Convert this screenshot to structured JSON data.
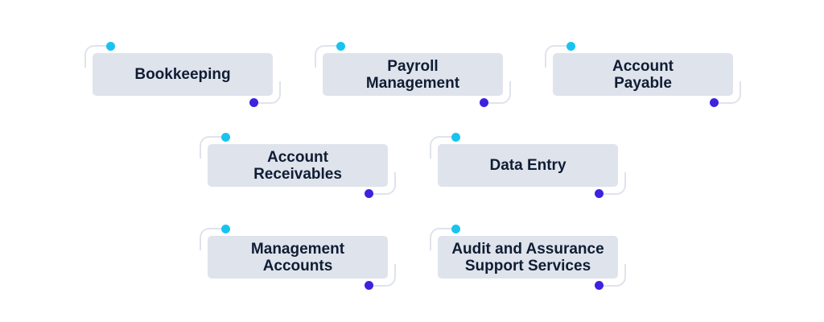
{
  "services": [
    {
      "label": "Bookkeeping"
    },
    {
      "label": "Payroll\nManagement"
    },
    {
      "label": "Account\nPayable"
    },
    {
      "label": "Account\nReceivables"
    },
    {
      "label": "Data Entry"
    },
    {
      "label": "Management\nAccounts"
    },
    {
      "label": "Audit and Assurance\nSupport Services"
    }
  ],
  "colors": {
    "card_background": "#dfe3ec",
    "text": "#0f1d33",
    "accent_cyan": "#19c3ef",
    "accent_blue": "#3d22e0"
  }
}
